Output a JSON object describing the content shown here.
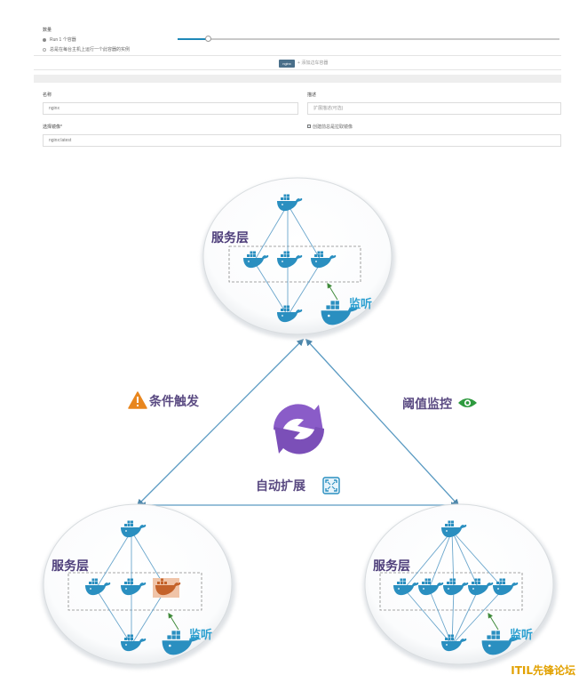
{
  "form": {
    "section_label": "数量",
    "radio_run": "Run 1 个容器",
    "radio_always": "总是在每台主机上运行一个此容器的实例",
    "container_tab": "nginx",
    "add_container": "添加边车容器",
    "name_label": "名称",
    "name_value": "nginx",
    "desc_label": "描述",
    "desc_placeholder": "扩展描述(可选)",
    "image_label": "选择镜像*",
    "image_value": "nginx:latest",
    "pull_image_label": "创建前总是拉取镜像",
    "slider_level": 0.08,
    "colors": {
      "accent": "#1e88b8",
      "tab": "#4a6f8a"
    }
  },
  "diagram": {
    "top": {
      "layer_label": "服务层",
      "listen_label": "监听"
    },
    "left": {
      "layer_label": "服务层",
      "listen_label": "监听"
    },
    "right": {
      "layer_label": "服务层",
      "listen_label": "监听"
    },
    "trigger_label": "条件触发",
    "threshold_label": "阈值监控",
    "autoscale_label": "自动扩展",
    "icons": {
      "warning": "warning-icon",
      "eye": "eye-icon",
      "cycle": "cycle-arrows-icon",
      "expand": "expand-icon",
      "docker": "docker-whale-icon"
    },
    "colors": {
      "line": "#5a9ac2",
      "whale": "#2a8fc0",
      "highlight": "#d4703a",
      "purple": "#8a5cc8",
      "warning": "#e8861e",
      "eye": "#2e9a3e",
      "brand": "#e2a100"
    }
  },
  "brand": "ITIL先锋论坛"
}
